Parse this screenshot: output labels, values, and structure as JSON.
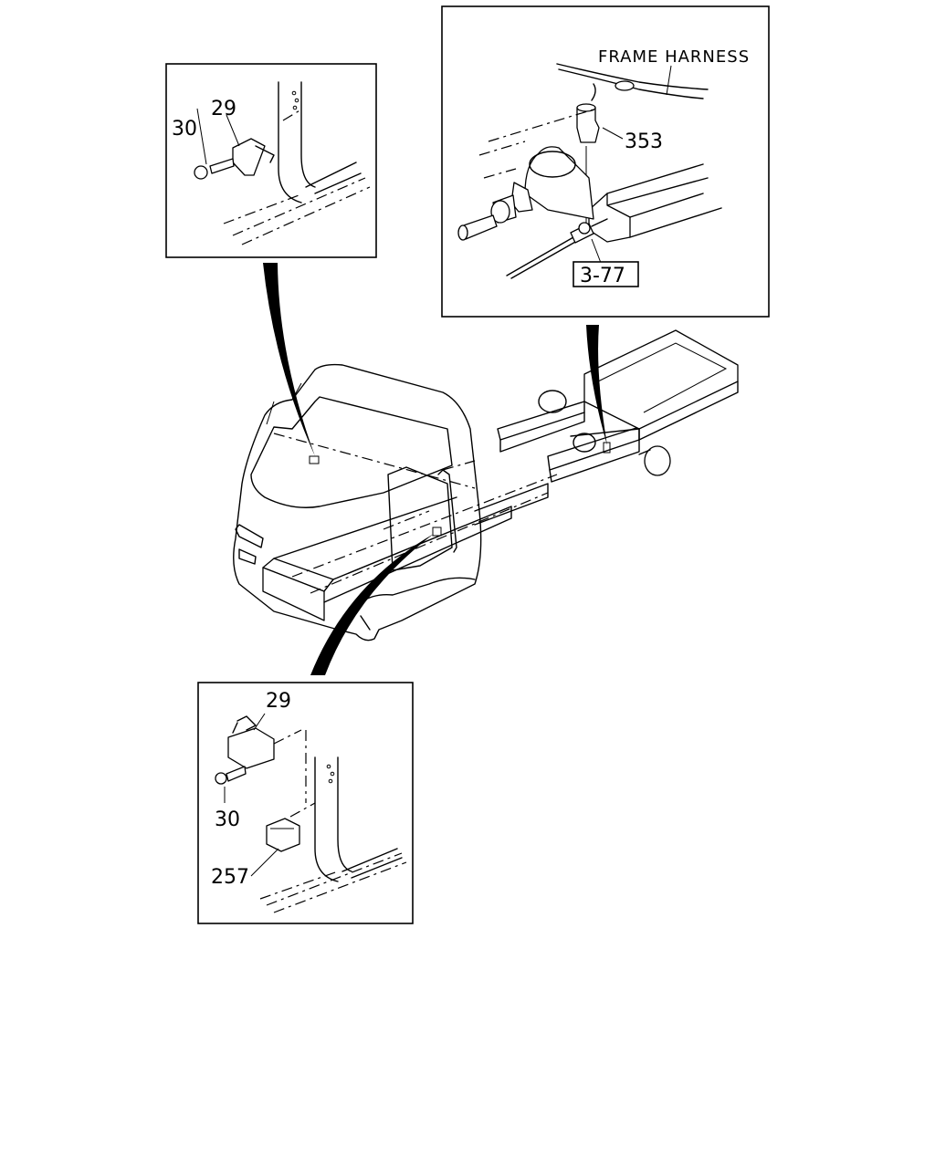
{
  "labels": {
    "frame_harness": "FRAME HARNESS",
    "ref_3_77": "3-77",
    "part_353": "353",
    "part_29_top": "29",
    "part_30_top": "30",
    "part_29_bottom": "29",
    "part_30_bottom": "30",
    "part_257": "257"
  }
}
